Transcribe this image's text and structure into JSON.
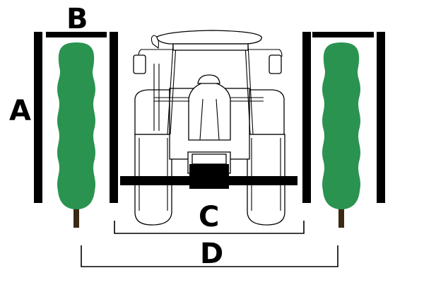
{
  "labels": {
    "a": "A",
    "b": "B",
    "c": "C",
    "d": "D"
  },
  "colors": {
    "tree": "#2a9350",
    "trunk": "#3a2a14",
    "post": "#000000"
  }
}
